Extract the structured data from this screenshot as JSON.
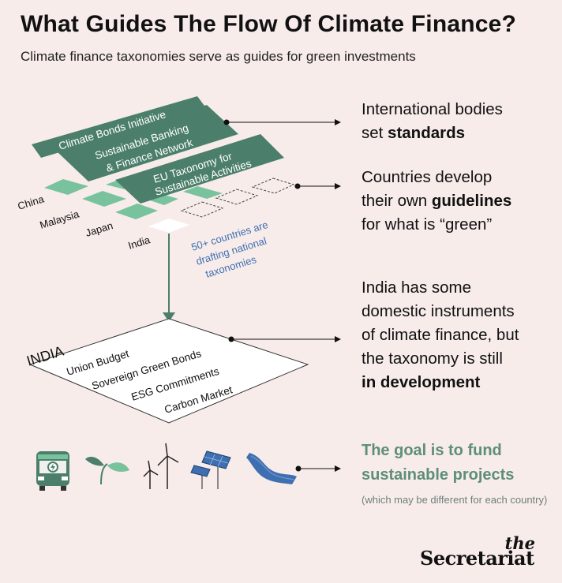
{
  "header": {
    "title": "What Guides The Flow Of Climate Finance?",
    "subtitle": "Climate finance taxonomies serve as guides for green investments"
  },
  "layers": {
    "international": [
      "Climate Bonds Initiative",
      "Sustainable Banking",
      "& Finance Network",
      "EU Taxonomy for",
      "Sustainable Activities"
    ],
    "countries": [
      "China",
      "Malaysia",
      "Japan",
      "India"
    ],
    "drafting_note": [
      "50+ countries are",
      "drafting national",
      "taxonomies"
    ],
    "india": {
      "label": "INDIA",
      "items": [
        "Union Budget",
        "Sovereign Green Bonds",
        "ESG Commitments",
        "Carbon Market"
      ]
    }
  },
  "annotations": {
    "standards": {
      "line1": "International bodies",
      "line2_pre": "set ",
      "line2_bold": "standards"
    },
    "guidelines": {
      "line1": "Countries develop",
      "line2_pre": "their own ",
      "line2_bold": "guidelines",
      "line3": "for what is “green”"
    },
    "india": {
      "line1": "India has some",
      "line2": "domestic instruments",
      "line3": "of climate finance, but",
      "line4": "the taxonomy is still",
      "line5_bold": "in development"
    },
    "goal": {
      "line1": "The goal is to fund",
      "line2": "sustainable projects",
      "note": "(which may be different for each country)"
    }
  },
  "icons": [
    "bus-icon",
    "sprout-icon",
    "wind-turbine-icon",
    "solar-panel-icon",
    "river-icon"
  ],
  "brand": {
    "the": "the",
    "name": "Secretariat"
  },
  "colors": {
    "background": "#f7ecea",
    "dark_green": "#4b7f6b",
    "light_green": "#78c29d",
    "blue_text": "#3f6fb0",
    "goal_green": "#5e8e7a"
  }
}
